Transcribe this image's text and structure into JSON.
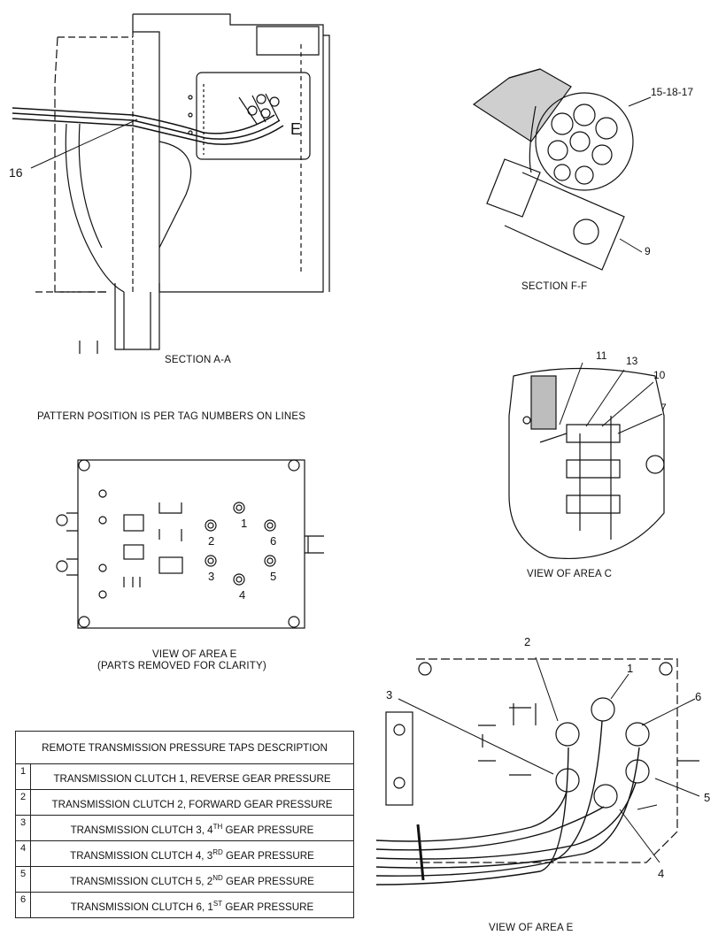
{
  "section_aa": {
    "caption": "SECTION A-A",
    "callout_16": "16",
    "area_letter": "E"
  },
  "section_ff": {
    "caption": "SECTION F-F",
    "callout_15_18_17": "15-18-17",
    "callout_9": "9"
  },
  "area_c": {
    "caption": "VIEW OF AREA C",
    "callouts": [
      "11",
      "13",
      "10",
      "7"
    ]
  },
  "pattern_note": "PATTERN POSITION IS PER TAG NUMBERS ON LINES",
  "area_e_top": {
    "caption": "VIEW OF AREA E",
    "subcaption": "(PARTS REMOVED FOR CLARITY)",
    "tap_numbers": [
      "1",
      "2",
      "3",
      "4",
      "5",
      "6"
    ]
  },
  "area_e_bottom": {
    "caption": "VIEW OF AREA E",
    "tap_numbers": [
      "1",
      "2",
      "3",
      "4",
      "5",
      "6"
    ]
  },
  "taps_table": {
    "header": "REMOTE TRANSMISSION PRESSURE TAPS DESCRIPTION",
    "rows": [
      {
        "n": "1",
        "pre": "TRANSMISSION CLUTCH 1, REVERSE GEAR PRESSURE",
        "sup": "",
        "post": ""
      },
      {
        "n": "2",
        "pre": "TRANSMISSION CLUTCH 2, FORWARD GEAR PRESSURE",
        "sup": "",
        "post": ""
      },
      {
        "n": "3",
        "pre": "TRANSMISSION CLUTCH 3, 4",
        "sup": "TH",
        "post": " GEAR PRESSURE"
      },
      {
        "n": "4",
        "pre": "TRANSMISSION CLUTCH 4, 3",
        "sup": "RD",
        "post": " GEAR PRESSURE"
      },
      {
        "n": "5",
        "pre": "TRANSMISSION CLUTCH 5, 2",
        "sup": "ND",
        "post": " GEAR PRESSURE"
      },
      {
        "n": "6",
        "pre": "TRANSMISSION CLUTCH 6, 1",
        "sup": "ST",
        "post": " GEAR PRESSURE"
      }
    ]
  }
}
